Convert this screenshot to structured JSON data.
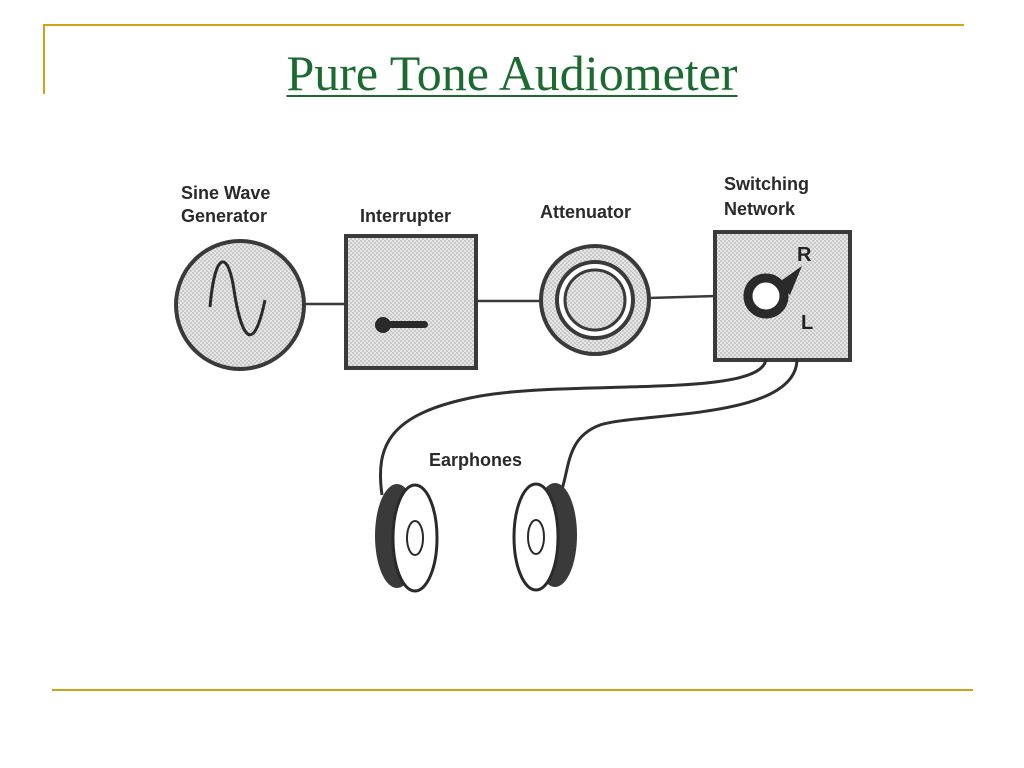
{
  "slide": {
    "title": "Pure Tone Audiometer"
  },
  "diagram": {
    "components": {
      "sine_wave_generator": {
        "line1": "Sine Wave",
        "line2": "Generator"
      },
      "interrupter": {
        "label": "Interrupter"
      },
      "attenuator": {
        "label": "Attenuator"
      },
      "switching_network": {
        "line1": "Switching",
        "line2": "Network",
        "right_mark": "R",
        "left_mark": "L"
      },
      "earphones": {
        "label": "Earphones"
      }
    },
    "colors": {
      "accent_rule": "#d4a017",
      "title": "#1b6a30",
      "outline": "#3a3a3a",
      "fill": "#d6d6d6",
      "earcup": "#3a3a3a"
    }
  }
}
